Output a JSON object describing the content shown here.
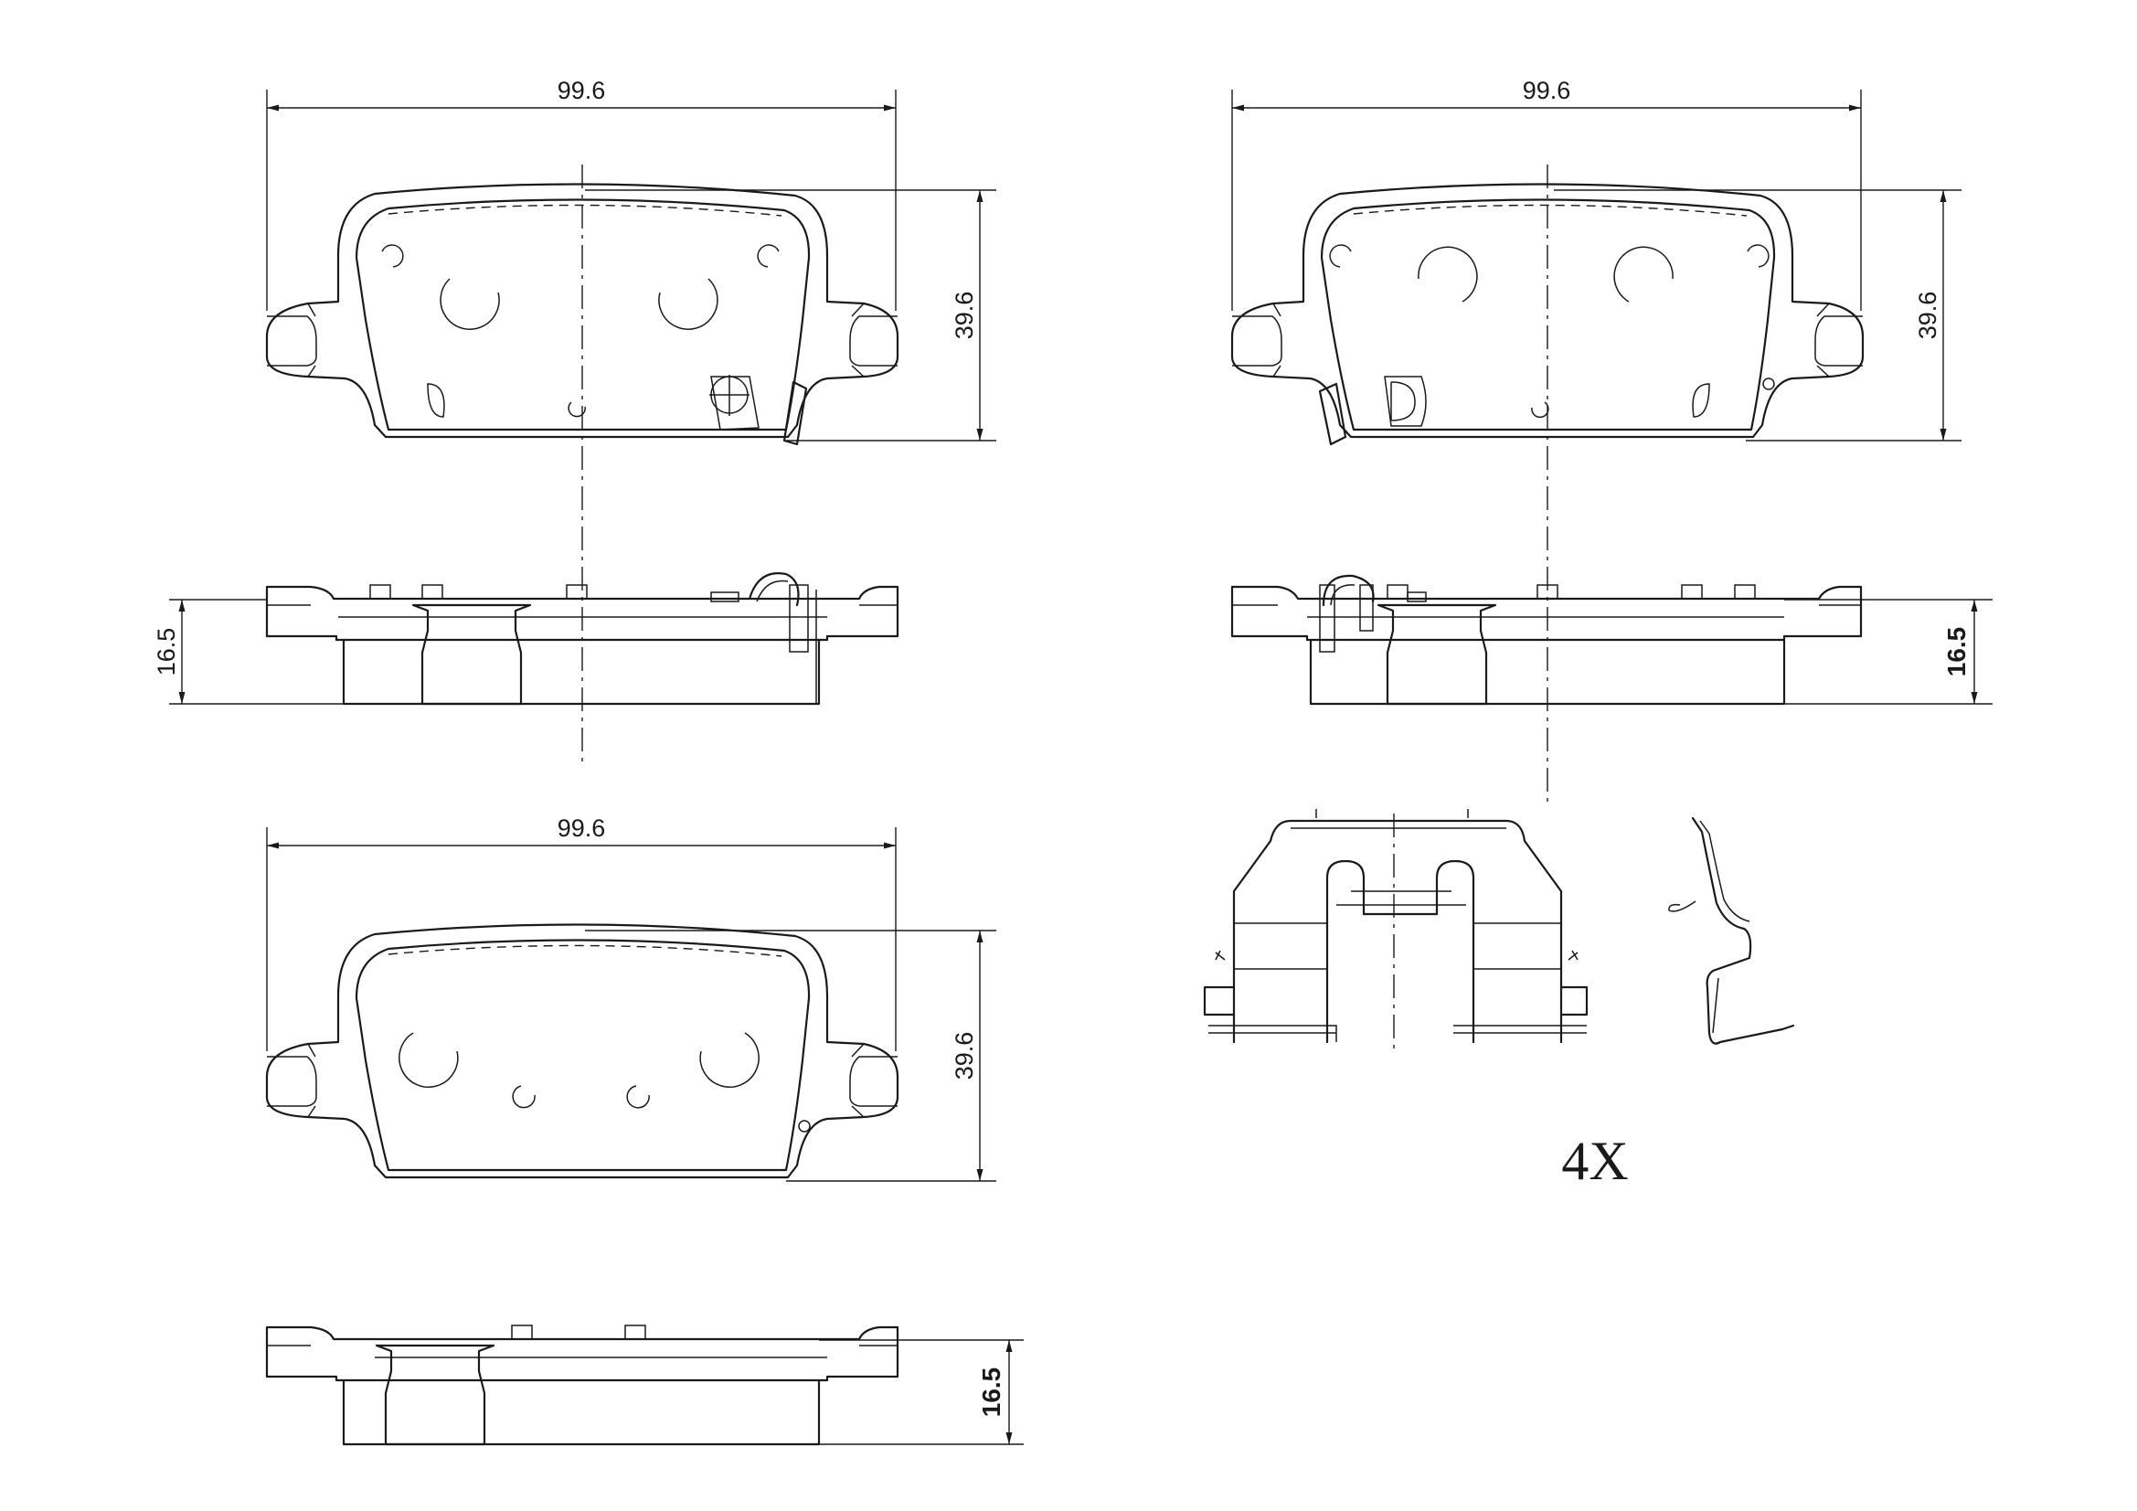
{
  "dimensions": {
    "pad_a_width": "99.6",
    "pad_a_height": "39.6",
    "pad_a_thickness": "16.5",
    "pad_b_width": "99.6",
    "pad_b_height": "39.6",
    "pad_b_thickness": "16.5",
    "pad_c_width": "99.6",
    "pad_c_height": "39.6",
    "pad_c_thickness": "16.5"
  },
  "hardware": {
    "quantity": "4X"
  }
}
